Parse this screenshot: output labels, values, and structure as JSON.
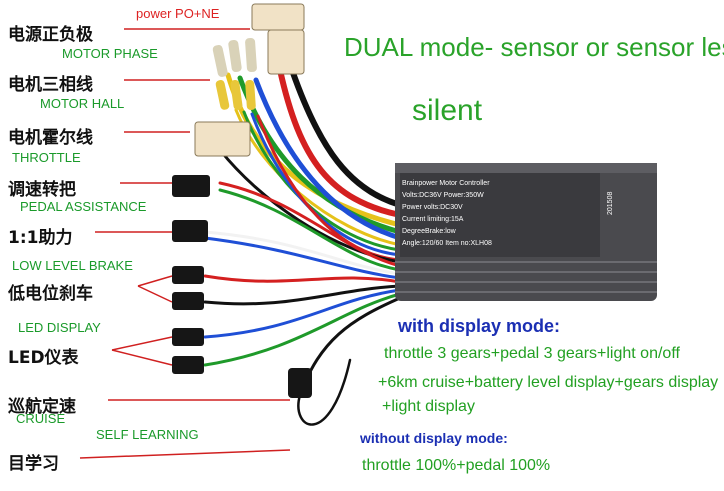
{
  "left_labels": [
    {
      "cn": "电源正负极",
      "en": "power PO+NE",
      "en_color": "#d22222"
    },
    {
      "cn": "电机三相线",
      "en": "MOTOR PHASE",
      "en_color": "#1a9a2a"
    },
    {
      "cn": "电机霍尔线",
      "en": "MOTOR HALL",
      "en_color": "#1a9a2a"
    },
    {
      "cn": "调速转把",
      "en": "THROTTLE",
      "en_color": "#1a9a2a"
    },
    {
      "cn": "1:1助力",
      "en": "PEDAL ASSISTANCE",
      "en_color": "#1a9a2a"
    },
    {
      "cn": "低电位刹车",
      "en": "LOW LEVEL BRAKE",
      "en_color": "#1a9a2a"
    },
    {
      "cn": "LED仪表",
      "en": "LED DISPLAY",
      "en_color": "#1a9a2a"
    },
    {
      "cn": "巡航定速",
      "en": "CRUISE",
      "en_color": "#1a9a2a"
    },
    {
      "cn": "目学习",
      "en": "SELF LEARNING",
      "en_color": "#1a9a2a"
    }
  ],
  "headline": "DUAL mode- sensor or sensor less",
  "subheadline": "silent",
  "controller": {
    "line1": "Brainpower Motor Controller",
    "line2": "Volts:DC36V   Power:350W",
    "line3": "Power volts:DC30V",
    "line4": "Current limiting:15A",
    "line5": "DegreeBrake:low",
    "line6": "Angle:120/60   Item no:XLH08",
    "side_code": "201508"
  },
  "with_display": {
    "title": "with display mode:",
    "line1": "throttle 3 gears+pedal 3 gears+light on/off",
    "line2": "+6km cruise+battery level display+gears display",
    "line3": "+light display"
  },
  "without_display": {
    "title": "without display mode:",
    "line1": "throttle 100%+pedal 100%"
  },
  "colors": {
    "wire_red": "#d42020",
    "wire_black": "#111111",
    "wire_blue": "#1f4fd6",
    "wire_green": "#1f9a2a",
    "wire_yellow": "#e6c21a",
    "wire_white": "#f2f2f2",
    "controller_body": "#4a4a4e",
    "accent_green": "#2aa32a",
    "accent_blue": "#1b2fb3"
  }
}
